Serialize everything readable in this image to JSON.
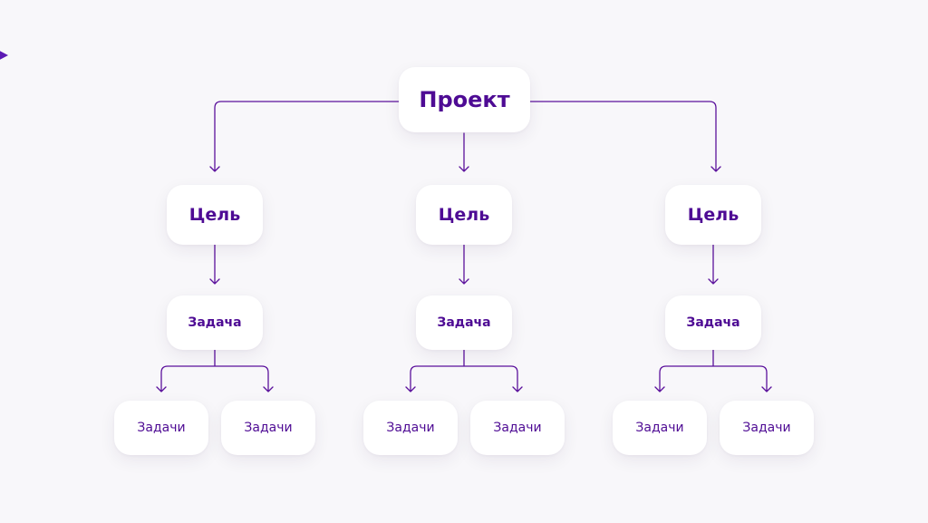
{
  "diagram": {
    "root": {
      "label": "Проект"
    },
    "goals": [
      {
        "label": "Цель",
        "task": {
          "label": "Задача",
          "subtasks": [
            {
              "label": "Задачи"
            },
            {
              "label": "Задачи"
            }
          ]
        }
      },
      {
        "label": "Цель",
        "task": {
          "label": "Задача",
          "subtasks": [
            {
              "label": "Задачи"
            },
            {
              "label": "Задачи"
            }
          ]
        }
      },
      {
        "label": "Цель",
        "task": {
          "label": "Задача",
          "subtasks": [
            {
              "label": "Задачи"
            },
            {
              "label": "Задачи"
            }
          ]
        }
      }
    ]
  },
  "colors": {
    "accent": "#4e0b94",
    "connector": "#5b119c",
    "background": "#f8f7fa",
    "node": "#ffffff",
    "corner_mark": "#5c19b4"
  },
  "icons": {
    "corner_mark": "corner-triangle-icon",
    "arrowhead": "arrowhead-icon"
  }
}
